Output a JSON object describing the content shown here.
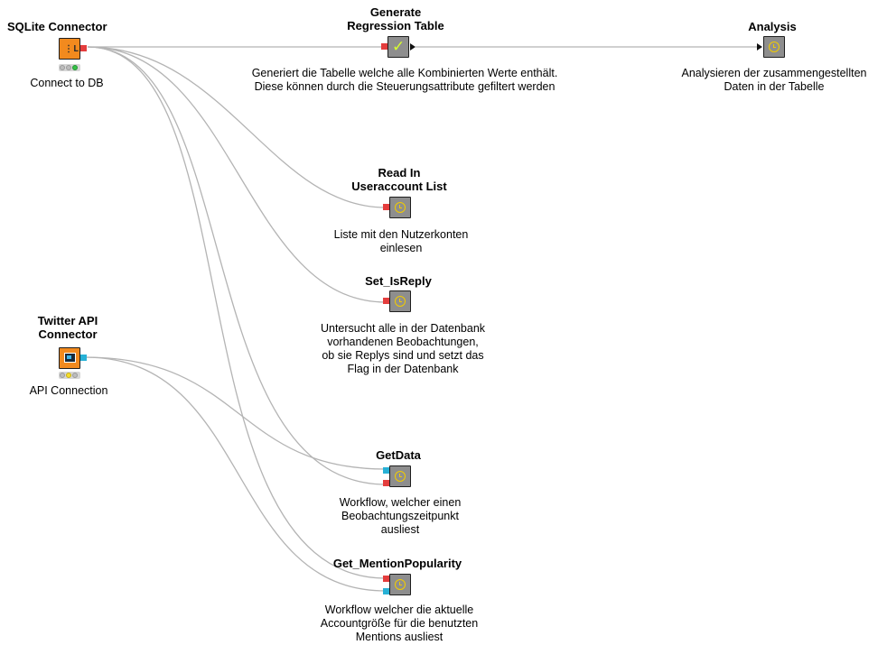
{
  "colors": {
    "wire": "#b4b4b4",
    "port_red": "#e43d3d",
    "port_blue": "#27b1d6",
    "node_gray": "#8e8e8e",
    "node_orange": "#f28a1e",
    "clock_yellow": "#f2cc00"
  },
  "nodes": {
    "sqlite": {
      "title": "SQLite Connector",
      "label": "Connect to DB",
      "icon": "database-icon",
      "status": "green"
    },
    "twitter": {
      "title": "Twitter API\nConnector",
      "label": "API Connection",
      "icon": "api-icon",
      "status": "yellow"
    },
    "regression": {
      "title": "Generate\nRegression Table",
      "description": "Generiert die Tabelle welche alle Kombinierten Werte enthält.\nDiese können durch die Steuerungsattribute gefiltert werden",
      "icon": "checkmark-icon"
    },
    "analysis": {
      "title": "Analysis",
      "description": "Analysieren der zusammengestellten\nDaten in der Tabelle",
      "icon": "clock-icon"
    },
    "read_in": {
      "title": "Read In\nUseraccount List",
      "description": "Liste mit den Nutzerkonten\neinlesen",
      "icon": "clock-icon"
    },
    "set_isreply": {
      "title": "Set_IsReply",
      "description": "Untersucht alle in der Datenbank\nvorhandenen Beobachtungen,\nob sie Replys sind und setzt das\nFlag in der Datenbank",
      "icon": "clock-icon"
    },
    "getdata": {
      "title": "GetData",
      "description": "Workflow, welcher einen\nBeobachtungszeitpunkt\nausliest",
      "icon": "clock-icon"
    },
    "get_mention": {
      "title": "Get_MentionPopularity",
      "description": "Workflow welcher die aktuelle\nAccountgröße für die benutzten\nMentions ausliest",
      "icon": "clock-icon"
    }
  },
  "connections": [
    {
      "from": "sqlite",
      "to": "regression"
    },
    {
      "from": "regression",
      "to": "analysis"
    },
    {
      "from": "sqlite",
      "to": "read_in"
    },
    {
      "from": "sqlite",
      "to": "set_isreply"
    },
    {
      "from": "sqlite",
      "to": "getdata"
    },
    {
      "from": "sqlite",
      "to": "get_mention"
    },
    {
      "from": "twitter",
      "to": "getdata"
    },
    {
      "from": "twitter",
      "to": "get_mention"
    }
  ]
}
